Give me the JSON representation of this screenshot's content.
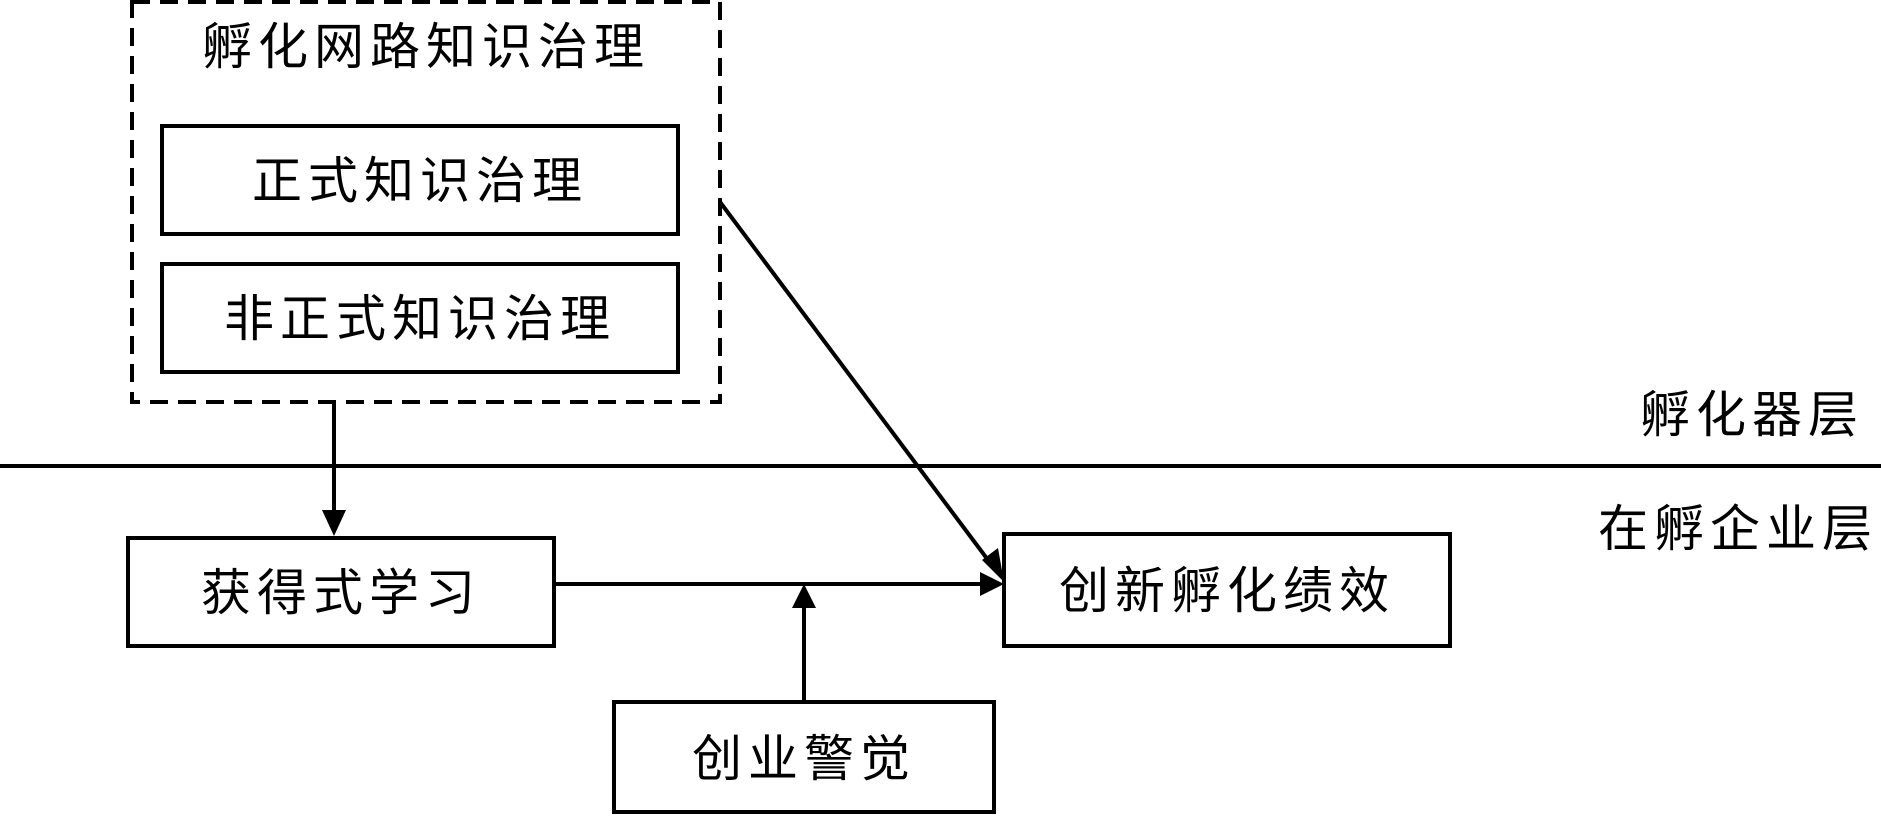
{
  "group": {
    "title": "孵化网路知识治理",
    "items": [
      "正式知识治理",
      "非正式知识治理"
    ]
  },
  "layers": {
    "upper": "孵化器层",
    "lower": "在孵企业层"
  },
  "nodes": {
    "learning": "获得式学习",
    "performance": "创新孵化绩效",
    "alertness": "创业警觉"
  },
  "colors": {
    "stroke": "#000000",
    "background": "#ffffff"
  }
}
